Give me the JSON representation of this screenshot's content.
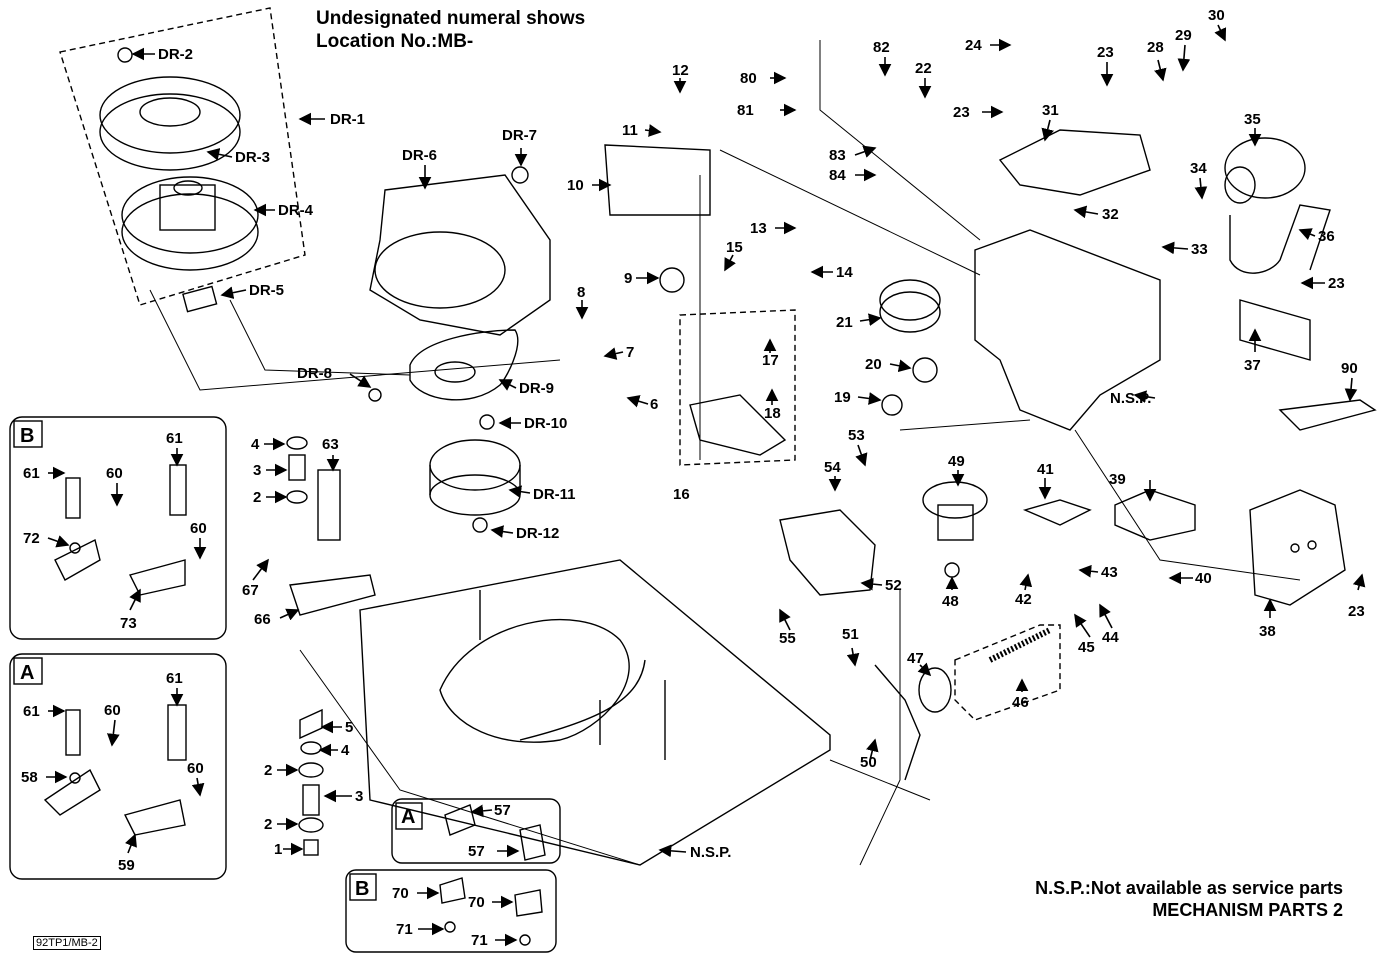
{
  "header": {
    "line1": "Undesignated numeral shows",
    "line2": "Location No.:MB-"
  },
  "footer": {
    "nsp_note": "N.S.P.:Not available as service parts",
    "title": "MECHANISM PARTS 2",
    "code": "92TP1/MB-2"
  },
  "insets": {
    "a_main": "A",
    "b_main": "B",
    "a_small": "A",
    "b_small": "B"
  },
  "labels": {
    "dr1": "DR-1",
    "dr2": "DR-2",
    "dr3": "DR-3",
    "dr4": "DR-4",
    "dr5": "DR-5",
    "dr6": "DR-6",
    "dr7": "DR-7",
    "dr8": "DR-8",
    "dr9": "DR-9",
    "dr10": "DR-10",
    "dr11": "DR-11",
    "dr12": "DR-12",
    "n1": "1",
    "n2": "2",
    "n2b": "2",
    "n3": "3",
    "n3b": "3",
    "n4": "4",
    "n4b": "4",
    "n5": "5",
    "n6": "6",
    "n7": "7",
    "n8": "8",
    "n9": "9",
    "n10": "10",
    "n11": "11",
    "n12": "12",
    "n13": "13",
    "n14": "14",
    "n15": "15",
    "n16": "16",
    "n17": "17",
    "n18": "18",
    "n19": "19",
    "n20": "20",
    "n21": "21",
    "n22": "22",
    "n23a": "23",
    "n23b": "23",
    "n23c": "23",
    "n23d": "23",
    "n24": "24",
    "n28": "28",
    "n29": "29",
    "n30": "30",
    "n31": "31",
    "n32": "32",
    "n33": "33",
    "n34": "34",
    "n35": "35",
    "n36": "36",
    "n37": "37",
    "n38": "38",
    "n39": "39",
    "n40": "40",
    "n41": "41",
    "n42": "42",
    "n43": "43",
    "n44": "44",
    "n45": "45",
    "n46": "46",
    "n47": "47",
    "n48": "48",
    "n49": "49",
    "n50": "50",
    "n51": "51",
    "n52": "52",
    "n53": "53",
    "n54": "54",
    "n55": "55",
    "n57a": "57",
    "n57b": "57",
    "n58": "58",
    "n59": "59",
    "n60a": "60",
    "n60b": "60",
    "n60c": "60",
    "n60d": "60",
    "n61a": "61",
    "n61b": "61",
    "n61c": "61",
    "n61d": "61",
    "n63": "63",
    "n66": "66",
    "n67": "67",
    "n70a": "70",
    "n70b": "70",
    "n71a": "71",
    "n71b": "71",
    "n72": "72",
    "n73": "73",
    "n80": "80",
    "n81": "81",
    "n82": "82",
    "n83": "83",
    "n84": "84",
    "n90": "90",
    "nsp1": "N.S.P.",
    "nsp2": "N.S.P."
  }
}
